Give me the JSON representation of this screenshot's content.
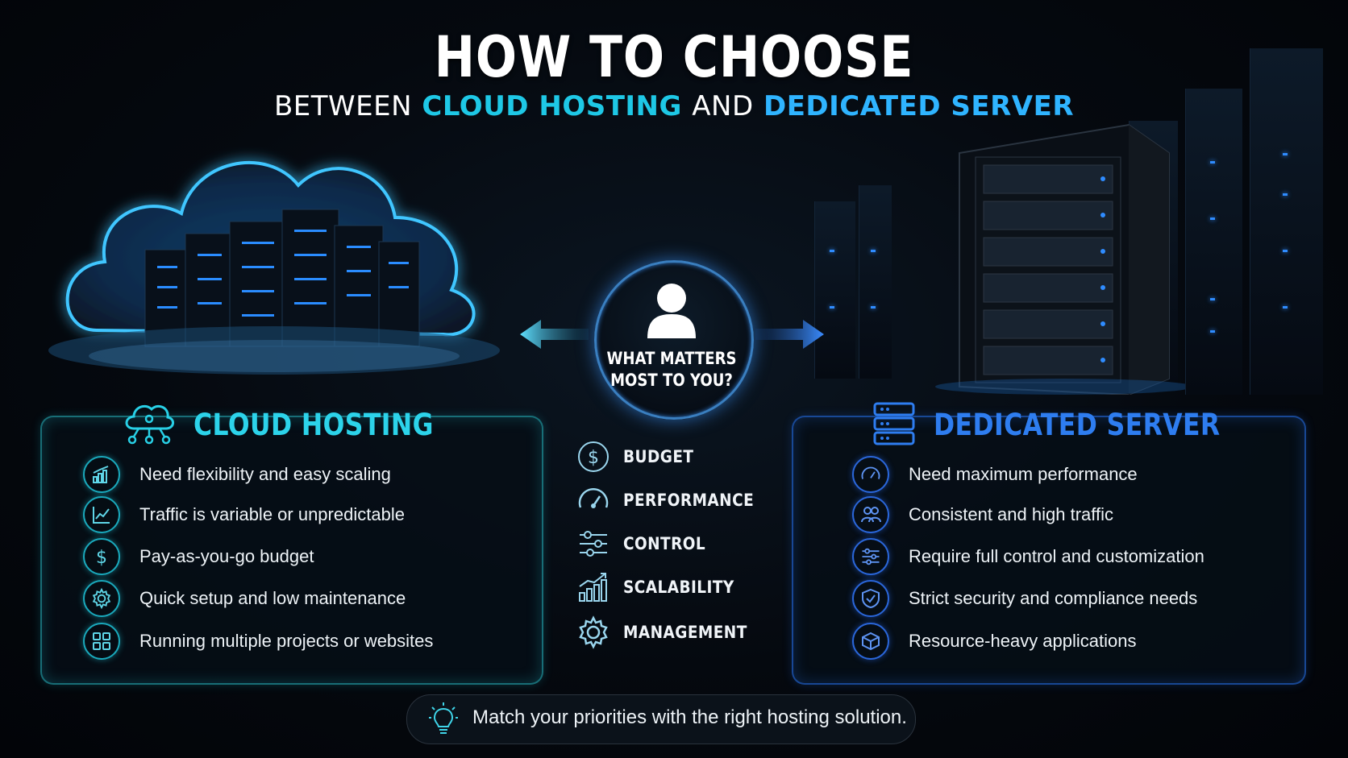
{
  "header": {
    "title": "HOW TO CHOOSE",
    "subtitle_prefix": "BETWEEN",
    "subtitle_option_a": "CLOUD HOSTING",
    "subtitle_joiner": "AND",
    "subtitle_option_b": "DEDICATED SERVER"
  },
  "center": {
    "question": "WHAT MATTERS MOST TO YOU?",
    "icon": "user-icon"
  },
  "criteria": [
    {
      "label": "BUDGET",
      "icon": "dollar-icon"
    },
    {
      "label": "PERFORMANCE",
      "icon": "speedometer-icon"
    },
    {
      "label": "CONTROL",
      "icon": "sliders-icon"
    },
    {
      "label": "SCALABILITY",
      "icon": "growth-chart-icon"
    },
    {
      "label": "MANAGEMENT",
      "icon": "gear-icon"
    }
  ],
  "cloud": {
    "title": "CLOUD HOSTING",
    "icon": "cloud-network-icon",
    "items": [
      {
        "text": "Need flexibility and easy scaling",
        "icon": "bar-chart-icon"
      },
      {
        "text": "Traffic is variable or unpredictable",
        "icon": "line-chart-icon"
      },
      {
        "text": "Pay-as-you-go budget",
        "icon": "dollar-icon"
      },
      {
        "text": "Quick setup and low maintenance",
        "icon": "gear-icon"
      },
      {
        "text": "Running multiple projects or websites",
        "icon": "grid-icon"
      }
    ]
  },
  "dedicated": {
    "title": "DEDICATED SERVER",
    "icon": "server-stack-icon",
    "items": [
      {
        "text": "Need maximum performance",
        "icon": "speedometer-icon"
      },
      {
        "text": "Consistent and high traffic",
        "icon": "users-icon"
      },
      {
        "text": "Require full control and customization",
        "icon": "sliders-icon"
      },
      {
        "text": "Strict security and compliance needs",
        "icon": "shield-icon"
      },
      {
        "text": "Resource-heavy applications",
        "icon": "cube-icon"
      }
    ]
  },
  "footer": {
    "text": "Match your priorities with the right hosting solution.",
    "icon": "lightbulb-icon"
  },
  "colors": {
    "cyan_accent": "#1ec8e6",
    "blue_accent": "#2fb4ff",
    "dedicated_title": "#2e7df0",
    "background": "#05090f"
  }
}
